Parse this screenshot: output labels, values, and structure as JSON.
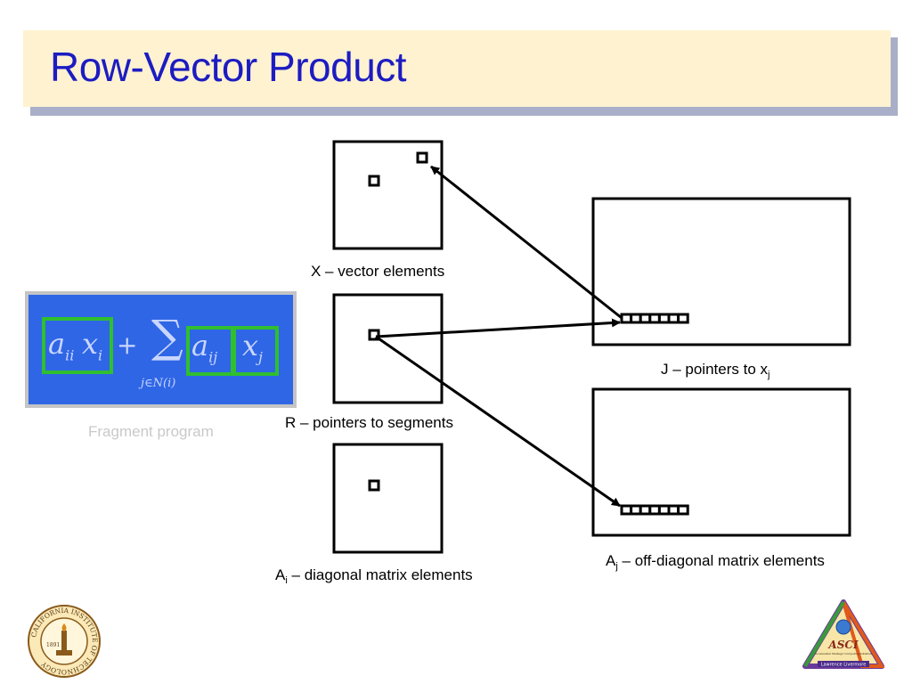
{
  "title": "Row-Vector Product",
  "labels": {
    "x_label": "X – vector elements",
    "r_label": "R – pointers to segments",
    "a_label_main": "A",
    "a_label_sub": "i",
    "a_label_rest": " – diagonal matrix elements",
    "j_label_main": "J – pointers to x",
    "j_label_sub": "j",
    "aj_label_main": "A",
    "aj_label_sub": "j",
    "aj_label_rest": " – off-diagonal matrix elements"
  },
  "formula": {
    "aii": "a",
    "aii_sub": "ii",
    "xi": "x",
    "xi_sub": "i",
    "plus": "+",
    "sigma": "∑",
    "sum_sub": "j∈N(i)",
    "aij": "a",
    "aij_sub": "ij",
    "xj": "x",
    "xj_sub": "j"
  },
  "fragment_label": "Fragment program",
  "caltech_logo": {
    "text": "CALIFORNIA INSTITUTE OF TECHNOLOGY",
    "year": "1891"
  },
  "asci_logo": {
    "text": "ASCI",
    "subtitle": "Accelerated Strategic Computing Initiative",
    "footer": "Lawrence Livermore"
  },
  "colors": {
    "title": "#1c1cc2",
    "title_bg": "#fff2d1",
    "formula_bg": "#2f66e6",
    "highlight": "#2fbf2f"
  }
}
